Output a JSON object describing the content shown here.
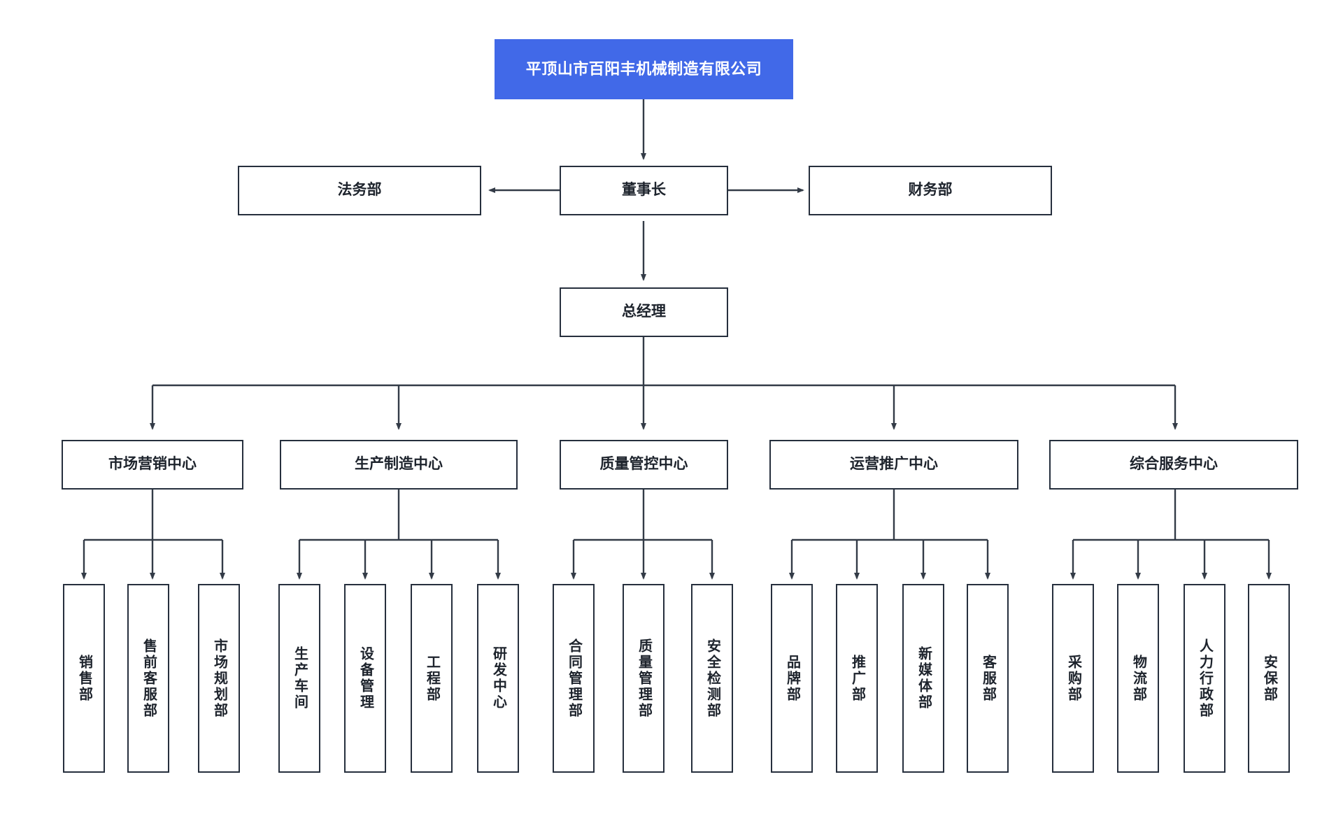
{
  "diagram": {
    "title": "平顶山市百阳丰机械制造有限公司",
    "type": "organizational-chart",
    "colors": {
      "root_fill": "#4169e8",
      "root_text": "#ffffff",
      "box_border": "#262f3d",
      "box_fill": "#ffffff",
      "box_text": "#1d232c",
      "connector": "#333b47",
      "background": "#ffffff"
    },
    "root": {
      "label": "平顶山市百阳丰机械制造有限公司"
    },
    "chairman": {
      "label": "董事长"
    },
    "chairman_left": {
      "label": "法务部"
    },
    "chairman_right": {
      "label": "财务部"
    },
    "general_manager": {
      "label": "总经理"
    },
    "centers": [
      {
        "label": "市场营销中心",
        "children": [
          {
            "label": "销售部"
          },
          {
            "label": "售前客服部"
          },
          {
            "label": "市场规划部"
          }
        ]
      },
      {
        "label": "生产制造中心",
        "children": [
          {
            "label": "生产车间"
          },
          {
            "label": "设备管理"
          },
          {
            "label": "工程部"
          },
          {
            "label": "研发中心"
          }
        ]
      },
      {
        "label": "质量管控中心",
        "children": [
          {
            "label": "合同管理部"
          },
          {
            "label": "质量管理部"
          },
          {
            "label": "安全检测部"
          }
        ]
      },
      {
        "label": "运营推广中心",
        "children": [
          {
            "label": "品牌部"
          },
          {
            "label": "推广部"
          },
          {
            "label": "新媒体部"
          },
          {
            "label": "客服部"
          }
        ]
      },
      {
        "label": "综合服务中心",
        "children": [
          {
            "label": "采购部"
          },
          {
            "label": "物流部"
          },
          {
            "label": "人力行政部"
          },
          {
            "label": "安保部"
          }
        ]
      }
    ]
  }
}
